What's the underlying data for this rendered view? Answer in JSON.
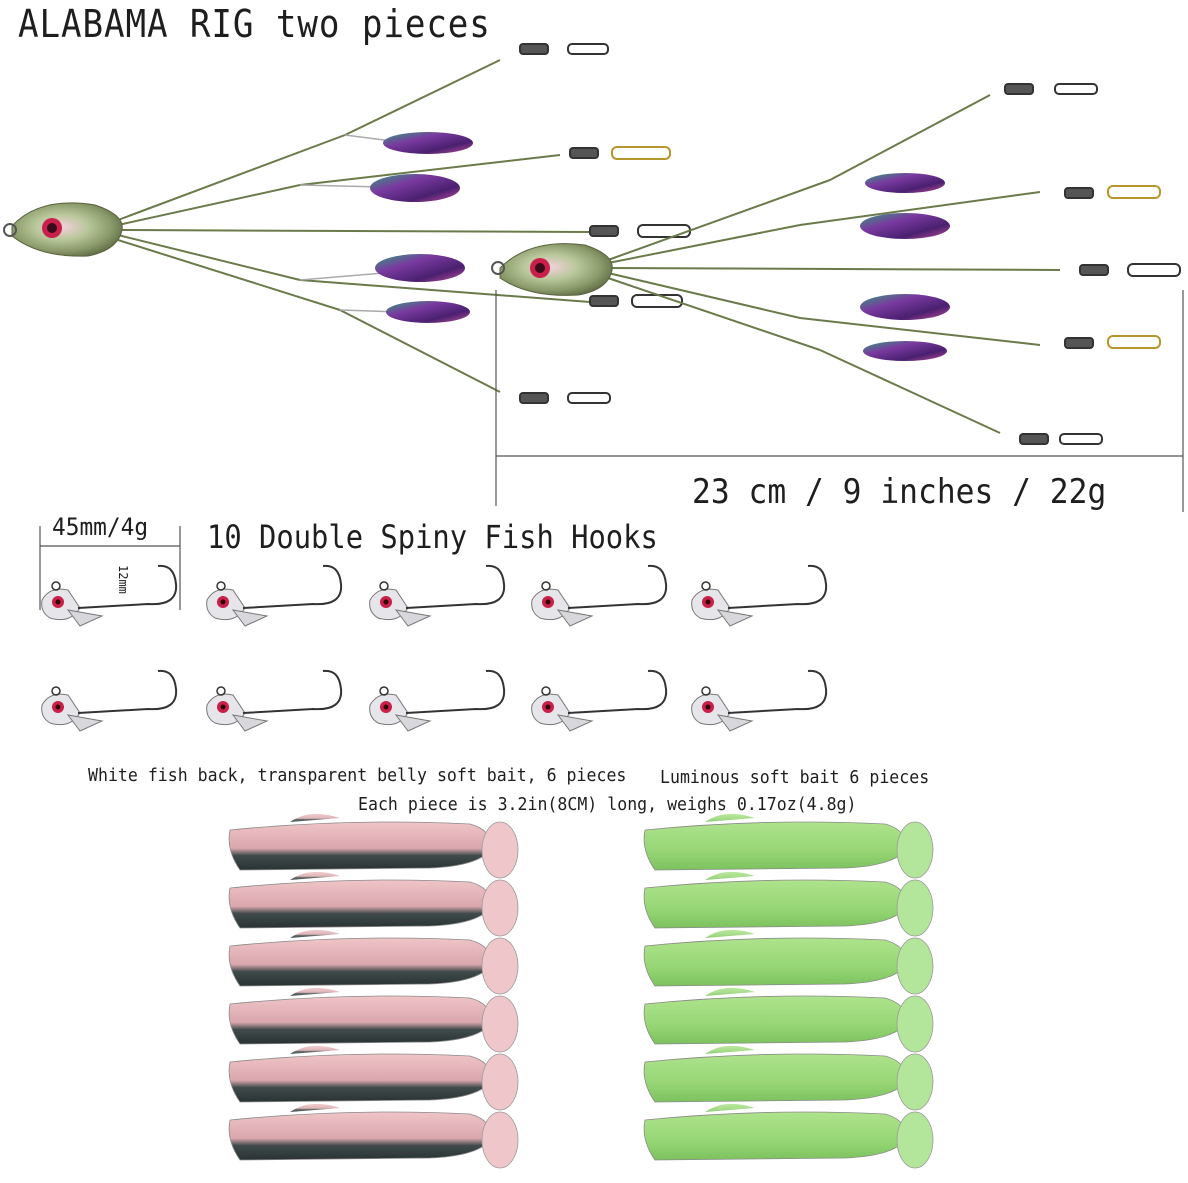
{
  "title": "ALABAMA RIG two pieces",
  "rig": {
    "dimension_label": "23 cm / 9 inches / 22g",
    "count": 2,
    "blade_color": "#6a2d8a"
  },
  "hooks": {
    "label": "10 Double Spiny Fish Hooks",
    "dimension_label": "45mm/4g",
    "height_label": "12mm",
    "count": 10
  },
  "soft_baits": {
    "white": {
      "label": "White fish back, transparent belly soft bait, 6 pieces",
      "count": 6,
      "color": "#e8b7bd"
    },
    "luminous": {
      "label": "Luminous soft bait 6 pieces",
      "count": 6,
      "color": "#9ed87e"
    },
    "piece_label": "Each piece is 3.2in(8CM) long, weighs 0.17oz(4.8g)"
  }
}
